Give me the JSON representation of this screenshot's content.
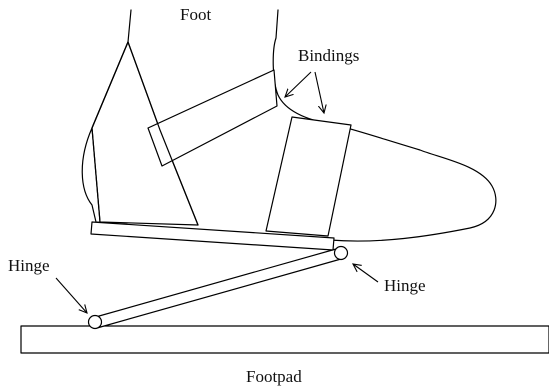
{
  "labels": {
    "foot": "Foot",
    "bindings": "Bindings",
    "hinge_left": "Hinge",
    "hinge_right": "Hinge",
    "footpad": "Footpad"
  },
  "colors": {
    "line": "#000000",
    "background": "#ffffff"
  }
}
